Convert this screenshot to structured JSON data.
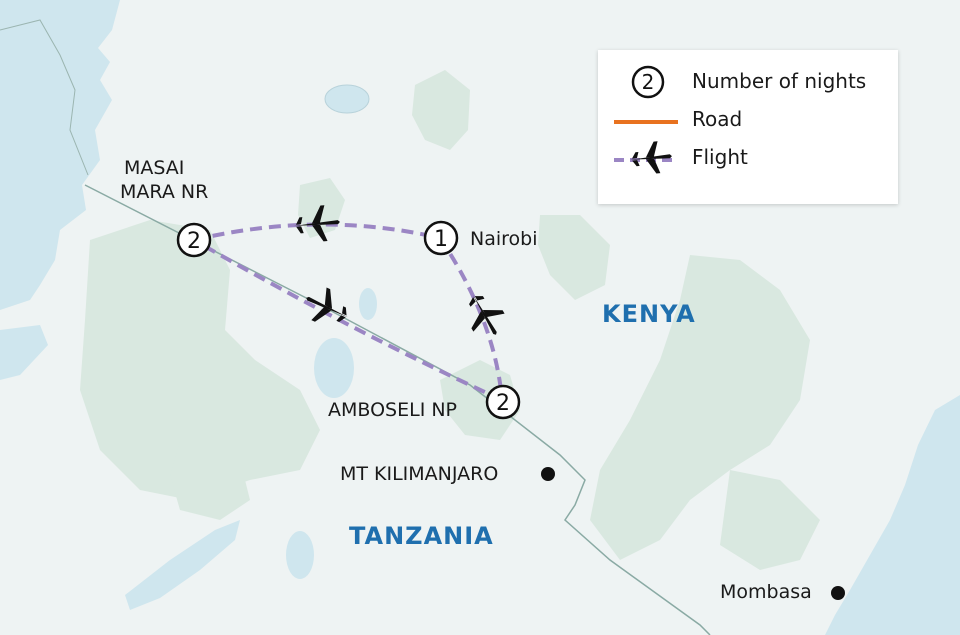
{
  "places": {
    "masai_mara": "MASAI\nMARA NR",
    "masai_mara_line1": "MASAI",
    "masai_mara_line2": "MARA NR",
    "nairobi": "Nairobi",
    "amboseli": "AMBOSELI NP",
    "kilimanjaro": "MT KILIMANJARO",
    "mombasa": "Mombasa"
  },
  "countries": {
    "kenya": "KENYA",
    "tanzania": "TANZANIA"
  },
  "nights": {
    "masai_mara": "2",
    "nairobi": "1",
    "amboseli": "2"
  },
  "legend": {
    "nights_symbol": "2",
    "nights_label": "Number of nights",
    "road_label": "Road",
    "flight_label": "Flight"
  },
  "colors": {
    "water": "#cfe6ee",
    "park": "#d9e8e0",
    "land": "#eef3f3",
    "border": "#8aaaa4",
    "road": "#e8721f",
    "flight": "#9b86c4",
    "country_text": "#1f6fae"
  },
  "icons": [
    "plane-icon",
    "point-marker"
  ]
}
